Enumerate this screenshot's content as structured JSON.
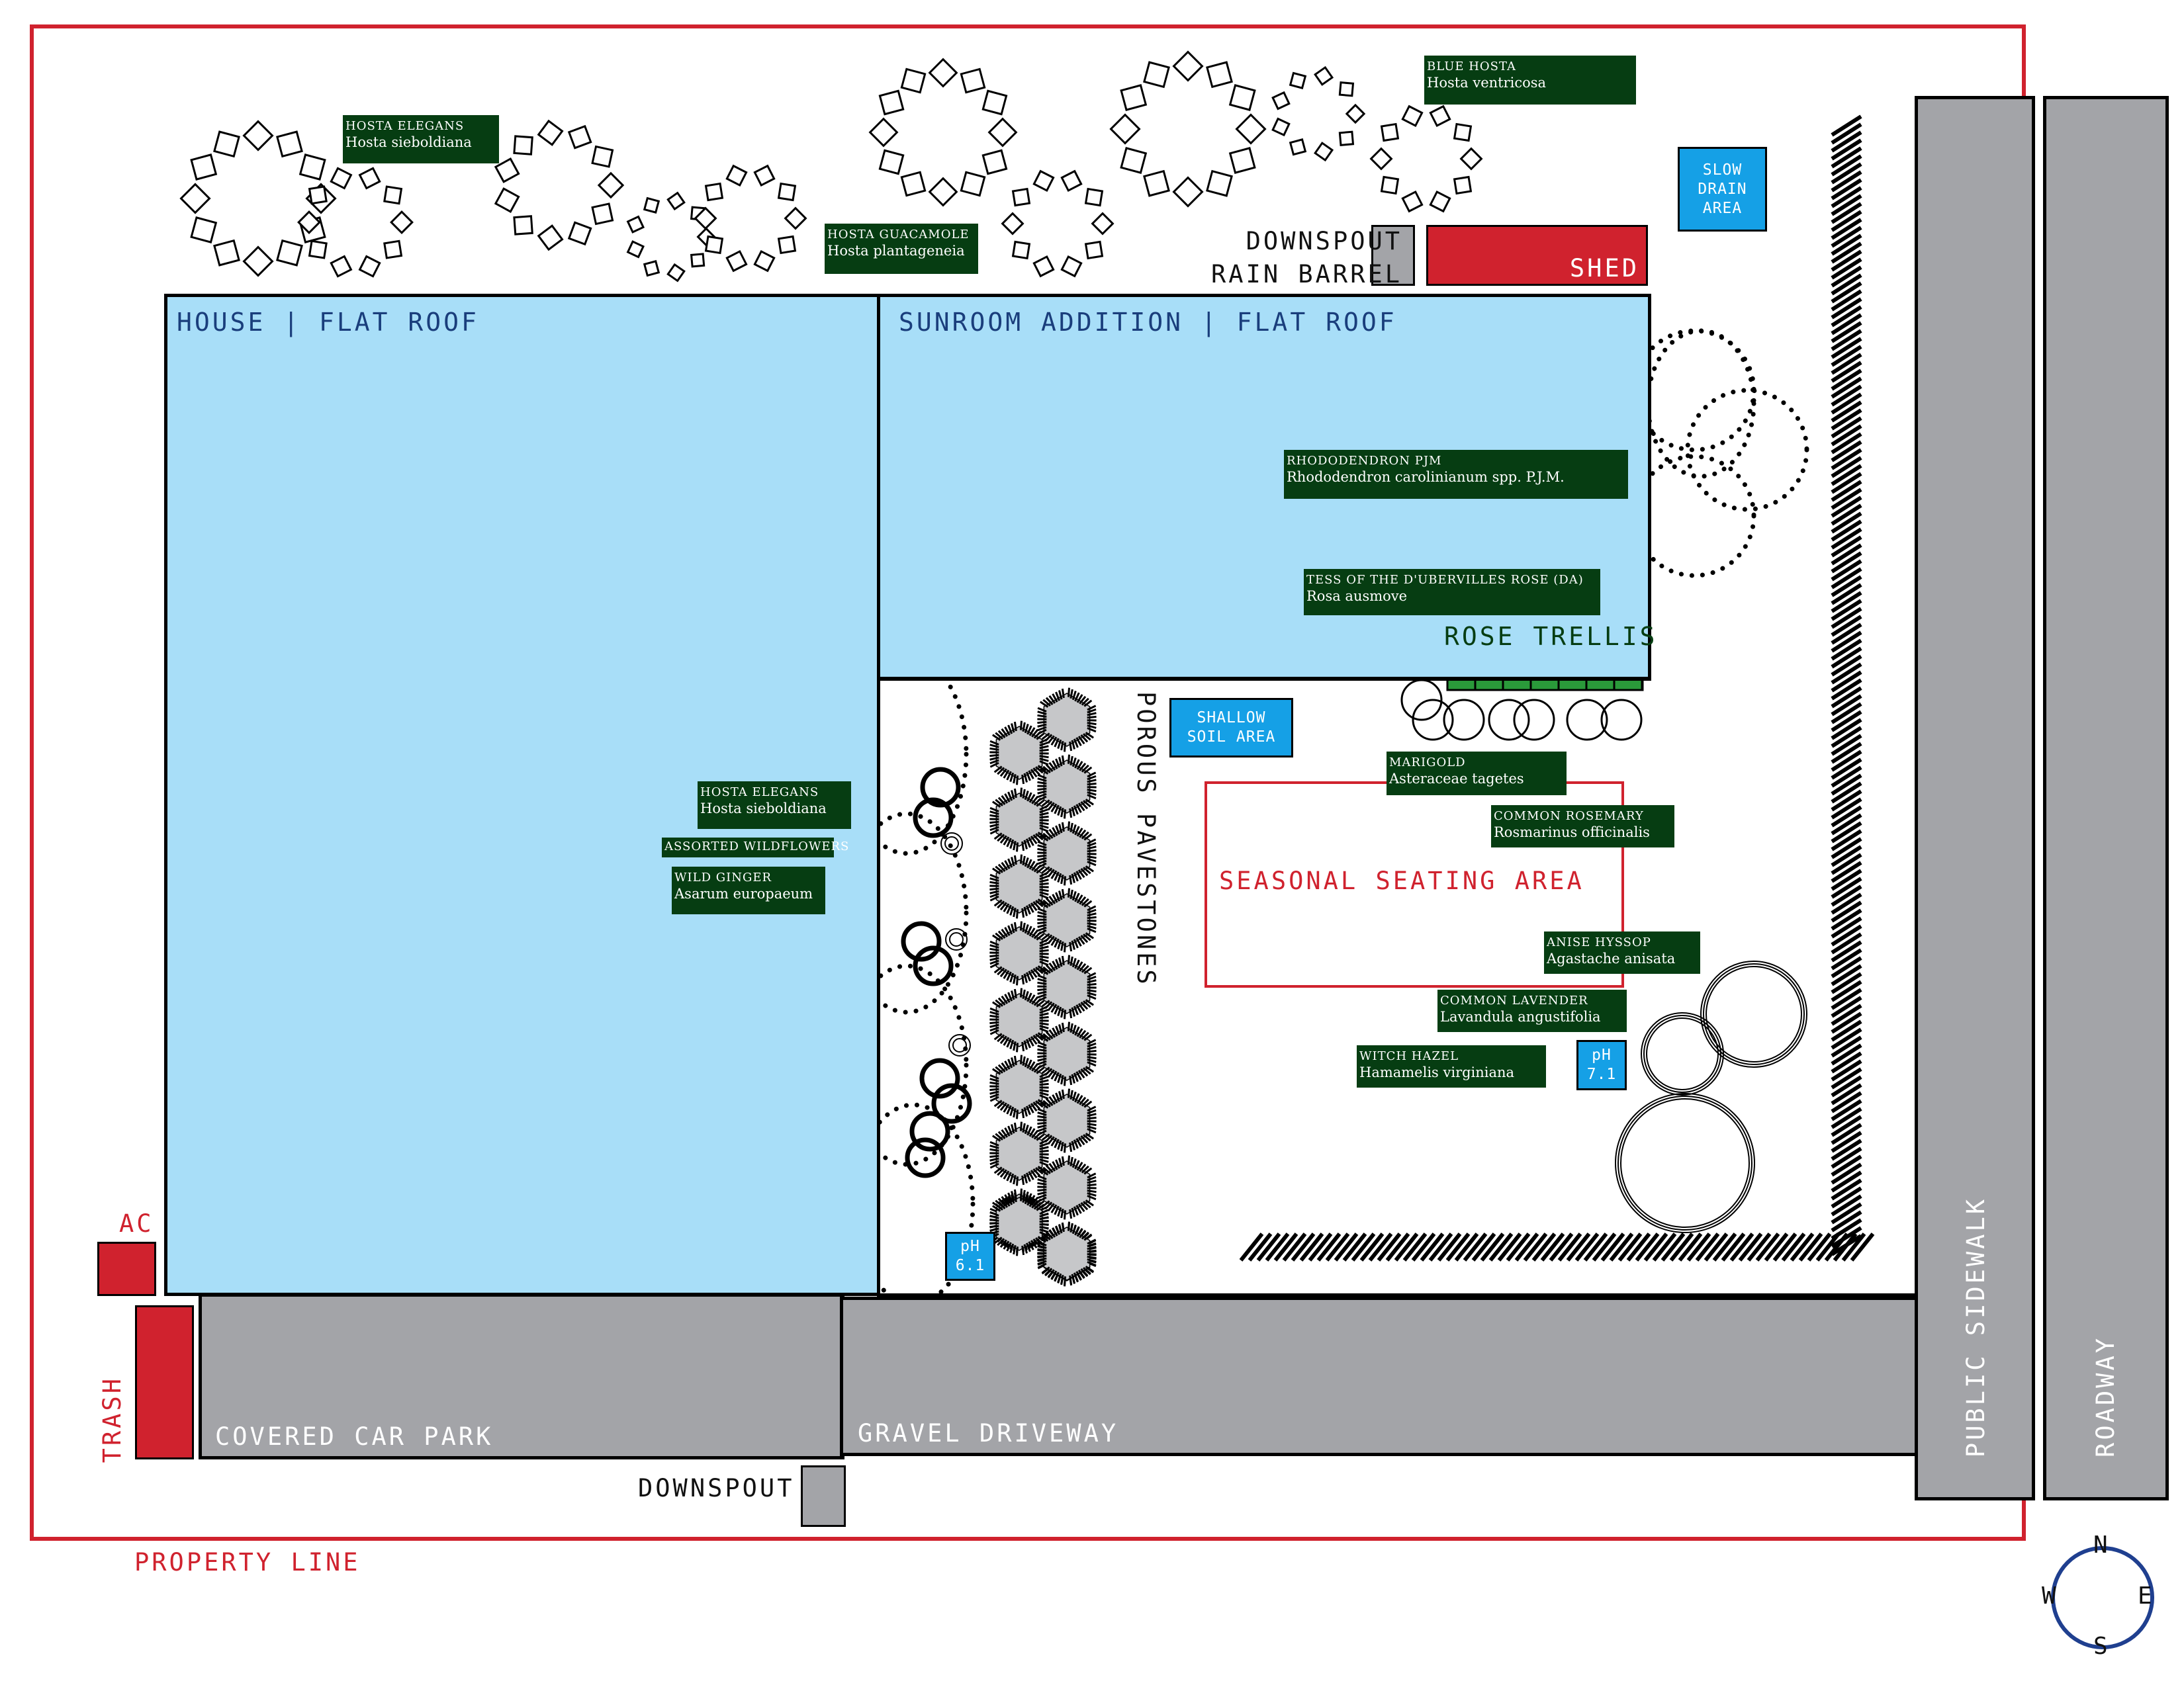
{
  "labels": {
    "house": "HOUSE | FLAT ROOF",
    "sunroom": "SUNROOM ADDITION | FLAT ROOF",
    "shed": "SHED",
    "downspout_barrel_line1": "DOWNSPOUT",
    "downspout_barrel_line2": "RAIN BARREL",
    "slow_drain": [
      "SLOW",
      "DRAIN",
      "AREA"
    ],
    "rose_trellis": "ROSE TRELLIS",
    "porous_pavestones": "POROUS PAVESTONES",
    "shallow_soil": [
      "SHALLOW",
      "SOIL AREA"
    ],
    "seasonal_seating": "SEASONAL SEATING AREA",
    "ph_left": [
      "pH",
      "6.1"
    ],
    "ph_right": [
      "pH",
      "7.1"
    ],
    "ac": "AC",
    "trash": "TRASH",
    "car_park": "COVERED CAR PARK",
    "driveway": "GRAVEL DRIVEWAY",
    "downspout": "DOWNSPOUT",
    "property_line": "PROPERTY LINE",
    "public_sidewalk": "PUBLIC SIDEWALK",
    "roadway": "ROADWAY"
  },
  "plants": [
    {
      "common": "HOSTA ELEGANS",
      "scientific": "Hosta sieboldiana"
    },
    {
      "common": "HOSTA GUACAMOLE",
      "scientific": "Hosta plantageneia"
    },
    {
      "common": "BLUE HOSTA",
      "scientific": "Hosta ventricosa"
    },
    {
      "common": "RHODODENDRON PJM",
      "scientific": "Rhododendron carolinianum spp. P.J.M."
    },
    {
      "common": "TESS OF THE D'UBERVILLES ROSE (DA)",
      "scientific": "Rosa ausmove"
    },
    {
      "common": "HOSTA ELEGANS",
      "scientific": "Hosta sieboldiana"
    },
    {
      "common": "ASSORTED WILDFLOWERS"
    },
    {
      "common": "WILD GINGER",
      "scientific": "Asarum europaeum"
    },
    {
      "common": "MARIGOLD",
      "scientific": "Asteraceae tagetes"
    },
    {
      "common": "COMMON ROSEMARY",
      "scientific": "Rosmarinus officinalis"
    },
    {
      "common": "ANISE HYSSOP",
      "scientific": "Agastache anisata"
    },
    {
      "common": "COMMON LAVENDER",
      "scientific": "Lavandula angustifolia"
    },
    {
      "common": "WITCH HAZEL",
      "scientific": "Hamamelis virginiana"
    }
  ],
  "compass": {
    "n": "N",
    "s": "S",
    "e": "E",
    "w": "W"
  },
  "colors": {
    "property_line": "#d0222e",
    "building": "#a8def8",
    "paved": "#a3a4a8",
    "plant_label": "#063d12",
    "info_box": "#15a0e6",
    "trellis": "#2a9a3a",
    "compass": "#1f3f8f"
  }
}
